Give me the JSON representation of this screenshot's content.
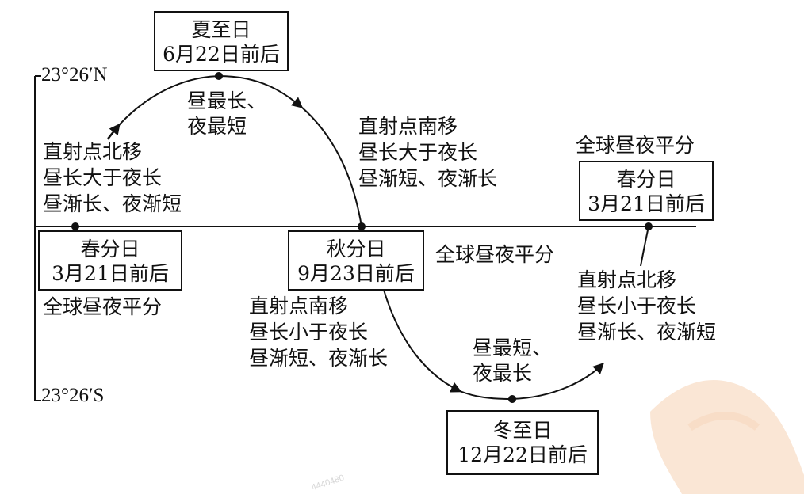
{
  "latitudes": {
    "north": "23°26′N",
    "south": "23°26′S"
  },
  "boxes": {
    "summer_solstice": {
      "name": "夏至日",
      "date": "6月22日前后"
    },
    "spring_equinox_left": {
      "name": "春分日",
      "date": "3月21日前后"
    },
    "autumn_equinox": {
      "name": "秋分日",
      "date": "9月23日前后"
    },
    "winter_solstice": {
      "name": "冬至日",
      "date": "12月22日前后"
    },
    "spring_equinox_right": {
      "name": "春分日",
      "date": "3月21日前后"
    }
  },
  "labels": {
    "summer_day_night": [
      "昼最长、",
      "夜最短"
    ],
    "north_move_1": [
      "直射点北移",
      "昼长大于夜长",
      "昼渐长、夜渐短"
    ],
    "south_move_1": [
      "直射点南移",
      "昼长大于夜长",
      "昼渐短、夜渐长"
    ],
    "equal_top_right": "全球昼夜平分",
    "equal_left": "全球昼夜平分",
    "equal_middle": "全球昼夜平分",
    "south_move_2": [
      "直射点南移",
      "昼长小于夜长",
      "昼渐短、夜渐长"
    ],
    "winter_day_night": [
      "昼最短、",
      "夜最长"
    ],
    "north_move_2": [
      "直射点北移",
      "昼长小于夜长",
      "昼渐长、夜渐短"
    ]
  },
  "watermark": "4440480",
  "colors": {
    "line": "#111111",
    "background": "#ffffff",
    "decor_orange": "#f6d2b4"
  }
}
